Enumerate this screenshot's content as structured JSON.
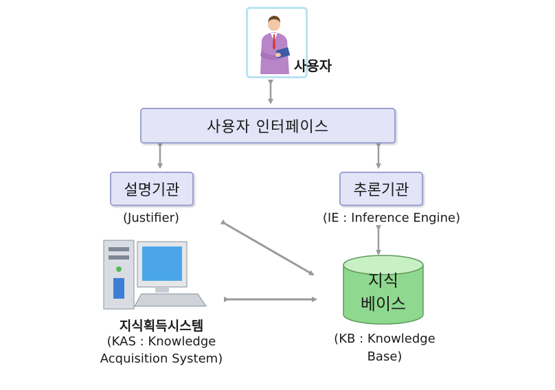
{
  "user": {
    "label": "사용자"
  },
  "user_interface": {
    "label": "사용자 인터페이스"
  },
  "explanation": {
    "label": "설명기관",
    "sub": "(Justifier)"
  },
  "inference": {
    "label": "추론기관",
    "sub": "(IE : Inference Engine)"
  },
  "kas": {
    "label": "지식획득시스템",
    "sub_line1": "(KAS : Knowledge",
    "sub_line2": "Acquisition System)"
  },
  "kb": {
    "label_line1": "지식",
    "label_line2": "베이스",
    "sub_line1": "(KB : Knowledge",
    "sub_line2": "Base)"
  },
  "colors": {
    "box_fill": "#e3e4f7",
    "box_border": "#9da2cf",
    "kb_fill": "#8fd88f",
    "user_frame": "#b9e3f0",
    "arrow": "#9a9a9a"
  }
}
